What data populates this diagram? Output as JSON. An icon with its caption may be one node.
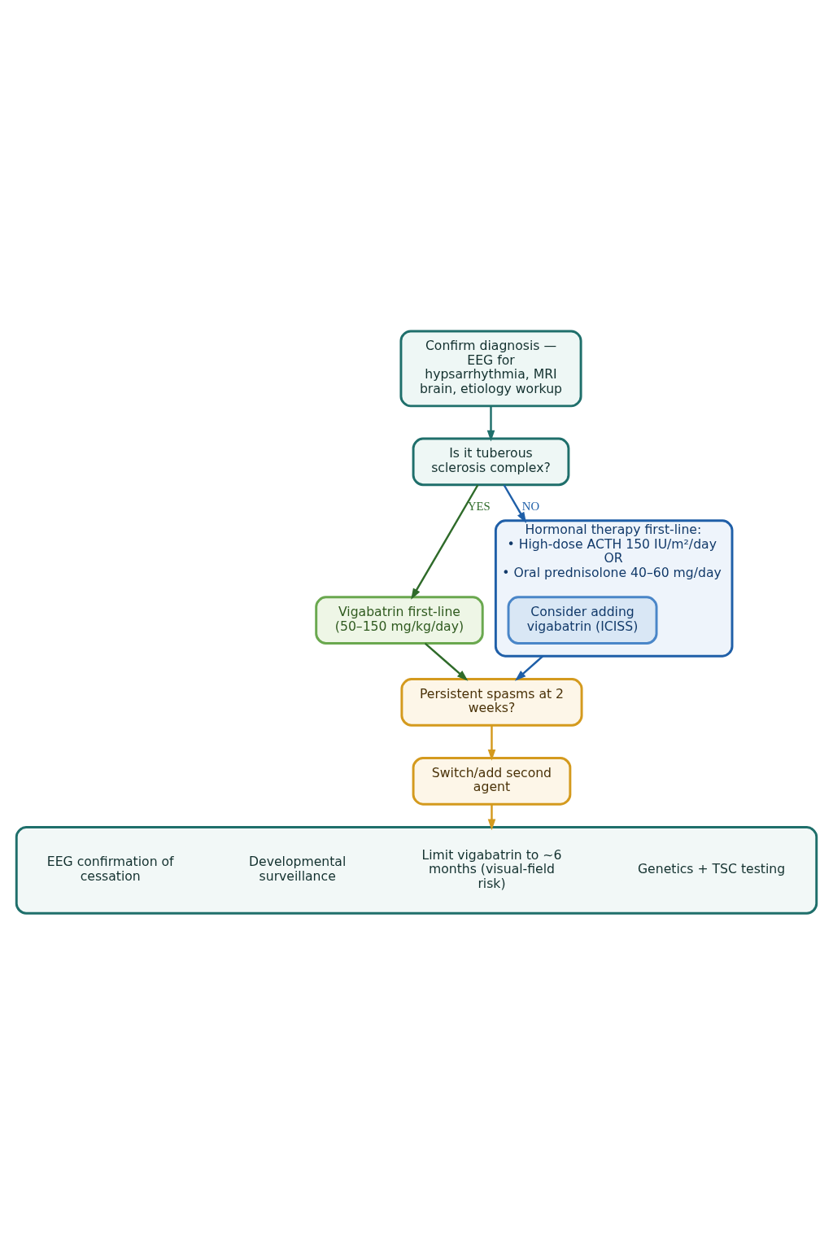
{
  "diagram": {
    "nodes": [
      {
        "text": [
          "Confirm diagnosis —",
          "EEG for hypsarrhythmia, MRI brain, etiology workup"
        ]
      },
      {
        "text": [
          "Is it tuberous sclerosis complex?"
        ]
      },
      {
        "text": [
          "Vigabatrin first-line",
          "(50–150 mg/kg/day)"
        ]
      },
      {
        "text": [
          "Hormonal therapy first-line:",
          "• High-dose ACTH 150 IU/m²/day",
          "OR",
          "• Oral prednisolone 40–60 mg/day"
        ]
      },
      {
        "text": [
          "Consider adding vigabatrin (ICISS)"
        ],
        "in": 3
      },
      {
        "text": [
          "Persistent spasms at 2 weeks?"
        ]
      },
      {
        "text": [
          "Switch/add second agent"
        ]
      },
      {
        "text": [],
        "shape": "box"
      },
      {
        "text": [
          "EEG confirmation of cessation"
        ],
        "in": 7
      },
      {
        "text": [
          "Developmental surveillance"
        ],
        "in": 7
      },
      {
        "text": [
          "Limit vigabatrin to ~6 months (visual-field risk)"
        ],
        "in": 7
      },
      {
        "text": [
          "Genetics + TSC testing"
        ],
        "in": 7
      }
    ],
    "edges": [
      {
        "from": 0,
        "to": 1,
        "arrow": "to",
        "color": "#1f6f6b"
      },
      {
        "from": 1,
        "to": 2,
        "arrow": "to",
        "label": "YES",
        "color": "#2f6b2a"
      },
      {
        "from": 1,
        "to": 3,
        "arrow": "to",
        "label": "NO",
        "color": "#1f5fa8"
      },
      {
        "from": 2,
        "to": 5,
        "arrow": "to",
        "color": "#2f6b2a"
      },
      {
        "from": 3,
        "to": 5,
        "arrow": "to",
        "color": "#1f5fa8"
      },
      {
        "from": 5,
        "to": 6,
        "arrow": "to",
        "color": "#d49a1e"
      },
      {
        "from": 6,
        "to": 7,
        "arrow": "to",
        "color": "#d49a1e"
      }
    ]
  }
}
